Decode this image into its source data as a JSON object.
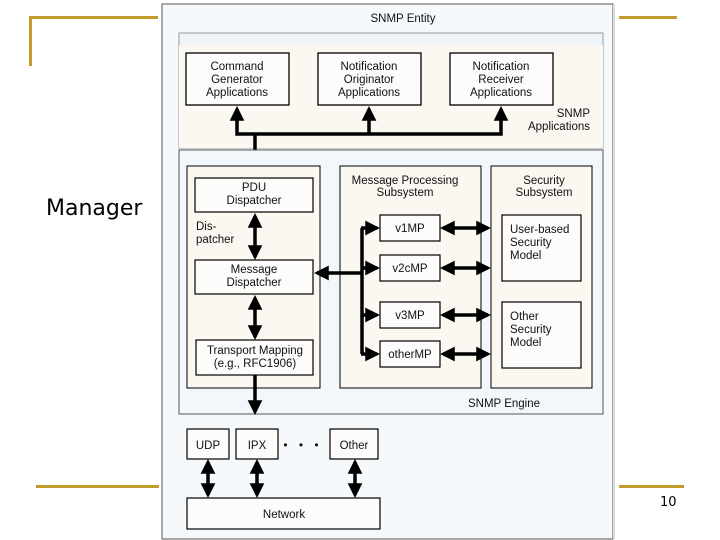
{
  "slide": {
    "title": "Manager",
    "page_number": "10",
    "accent_color": "#c09a2a"
  },
  "diagram": {
    "entity_label": "SNMP Entity",
    "applications": {
      "label_line1": "SNMP",
      "label_line2": "Applications",
      "boxes": [
        {
          "lines": [
            "Command",
            "Generator",
            "Applications"
          ]
        },
        {
          "lines": [
            "Notification",
            "Originator",
            "Applications"
          ]
        },
        {
          "lines": [
            "Notification",
            "Receiver",
            "Applications"
          ]
        }
      ]
    },
    "engine": {
      "label": "SNMP Engine",
      "dispatcher": {
        "label_line1": "Dis-",
        "label_line2": "patcher",
        "pdu_dispatcher": [
          "PDU",
          "Dispatcher"
        ],
        "message_dispatcher": [
          "Message",
          "Dispatcher"
        ],
        "transport_mapping": [
          "Transport Mapping",
          "(e.g., RFC1906)"
        ]
      },
      "message_processing": {
        "title": [
          "Message Processing",
          "Subsystem"
        ],
        "models": [
          "v1MP",
          "v2cMP",
          "v3MP",
          "otherMP"
        ]
      },
      "security": {
        "title": [
          "Security",
          "Subsystem"
        ],
        "models": [
          {
            "lines": [
              "User-based",
              "Security",
              "Model"
            ]
          },
          {
            "lines": [
              "Other",
              "Security",
              "Model"
            ]
          }
        ]
      }
    },
    "transports": [
      "UDP",
      "IPX",
      "Other"
    ],
    "ellipsis": "• • •",
    "network_label": "Network",
    "colors": {
      "entity_bg": "#f5f9fc",
      "section_bg": "#fbf7f1",
      "box_bg": "#fdfcfa",
      "stroke": "#000000"
    }
  }
}
